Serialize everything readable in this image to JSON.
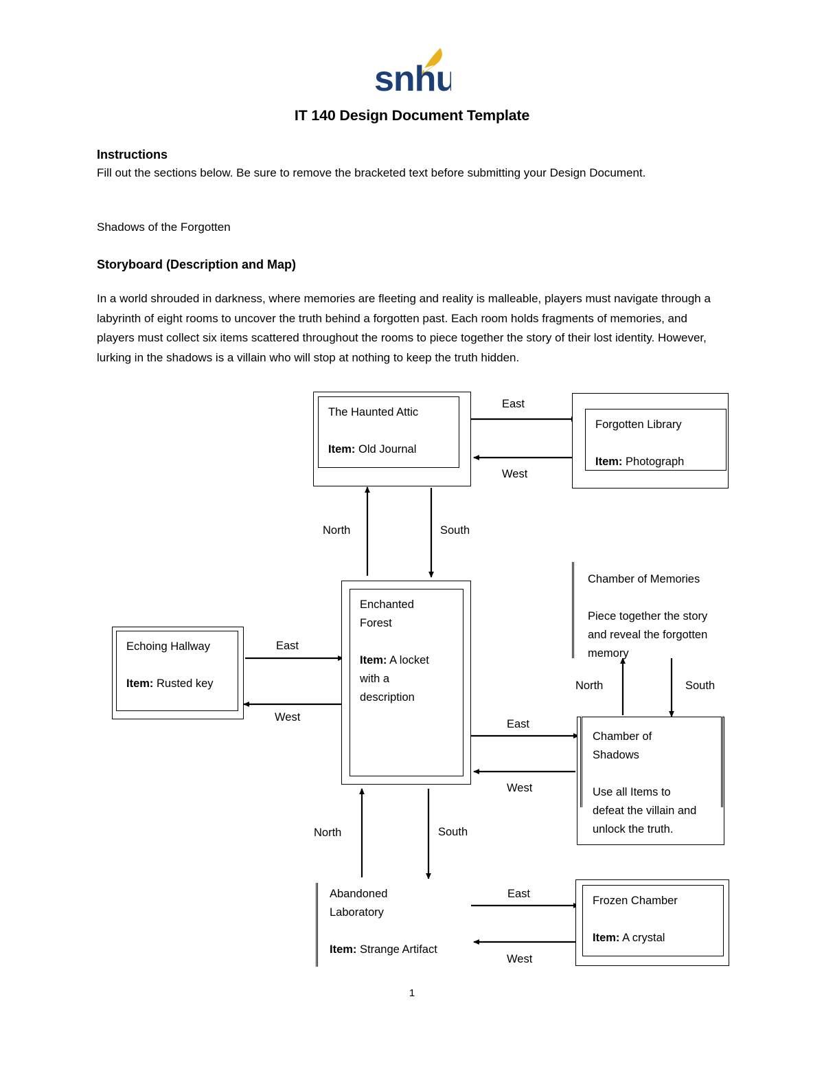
{
  "logo": {
    "wordmark": "snhu",
    "navy": "#1d3f75",
    "gold": "#e8b21e",
    "alt": "SNHU logo"
  },
  "document": {
    "title": "IT 140 Design Document Template",
    "instructions_heading": "Instructions",
    "instructions_text": "Fill out the sections below. Be sure to remove the bracketed text before submitting your Design Document.",
    "game_title": "Shadows of the Forgotten",
    "storyboard_heading": "Storyboard (Description and Map)",
    "storyboard_text": "In a world shrouded in darkness, where memories are fleeting and reality is malleable, players must navigate through a labyrinth of eight rooms to uncover the truth behind a forgotten past. Each room holds fragments of memories, and players must collect six items scattered throughout the rooms to piece together the story of their lost identity. However, lurking in the shadows is a villain who will stop at nothing to keep the truth hidden.",
    "page_number": "1"
  },
  "map": {
    "rooms": [
      {
        "id": "haunted-attic",
        "name": "The Haunted Attic",
        "item_label": "Item:",
        "item_value": " Old Journal"
      },
      {
        "id": "forgotten-library",
        "name": "Forgotten Library",
        "item_label": "Item:",
        "item_value": " Photograph"
      },
      {
        "id": "echoing-hallway",
        "name": "Echoing Hallway",
        "item_label": "Item:",
        "item_value": " Rusted key"
      },
      {
        "id": "enchanted-forest",
        "name": "Enchanted\nForest",
        "item_label": "Item:",
        "item_value": " A locket\nwith a\ndescription"
      },
      {
        "id": "chamber-of-memories",
        "name": "Chamber of Memories",
        "item_label": "",
        "item_value": "Piece together the story\nand reveal the forgotten\nmemory"
      },
      {
        "id": "chamber-of-shadows",
        "name": "Chamber of\nShadows",
        "item_label": "",
        "item_value": "Use all Items to\ndefeat the villain and\nunlock the truth."
      },
      {
        "id": "abandoned-laboratory",
        "name": "Abandoned\nLaboratory",
        "item_label": "Item:",
        "item_value": " Strange Artifact"
      },
      {
        "id": "frozen-chamber",
        "name": "Frozen Chamber",
        "item_label": "Item:",
        "item_value": " A crystal"
      }
    ],
    "edges": [
      {
        "id": "attic-to-library",
        "label": "East",
        "from": "haunted-attic",
        "to": "forgotten-library"
      },
      {
        "id": "library-to-attic",
        "label": "West",
        "from": "forgotten-library",
        "to": "haunted-attic"
      },
      {
        "id": "forest-to-attic",
        "label": "North",
        "from": "enchanted-forest",
        "to": "haunted-attic"
      },
      {
        "id": "attic-to-forest",
        "label": "South",
        "from": "haunted-attic",
        "to": "enchanted-forest"
      },
      {
        "id": "hallway-to-forest",
        "label": "East",
        "from": "echoing-hallway",
        "to": "enchanted-forest"
      },
      {
        "id": "forest-to-hallway",
        "label": "West",
        "from": "enchanted-forest",
        "to": "echoing-hallway"
      },
      {
        "id": "shadows-to-memories",
        "label": "North",
        "from": "chamber-of-shadows",
        "to": "chamber-of-memories"
      },
      {
        "id": "memories-to-shadows",
        "label": "South",
        "from": "chamber-of-memories",
        "to": "chamber-of-shadows"
      },
      {
        "id": "forest-to-shadows",
        "label": "East",
        "from": "enchanted-forest",
        "to": "chamber-of-shadows"
      },
      {
        "id": "shadows-to-forest",
        "label": "West",
        "from": "chamber-of-shadows",
        "to": "enchanted-forest"
      },
      {
        "id": "lab-to-forest",
        "label": "North",
        "from": "abandoned-laboratory",
        "to": "enchanted-forest"
      },
      {
        "id": "forest-to-lab",
        "label": "South",
        "from": "enchanted-forest",
        "to": "abandoned-laboratory"
      },
      {
        "id": "lab-to-frozen",
        "label": "East",
        "from": "abandoned-laboratory",
        "to": "frozen-chamber"
      },
      {
        "id": "frozen-to-lab",
        "label": "West",
        "from": "frozen-chamber",
        "to": "abandoned-laboratory"
      }
    ]
  }
}
